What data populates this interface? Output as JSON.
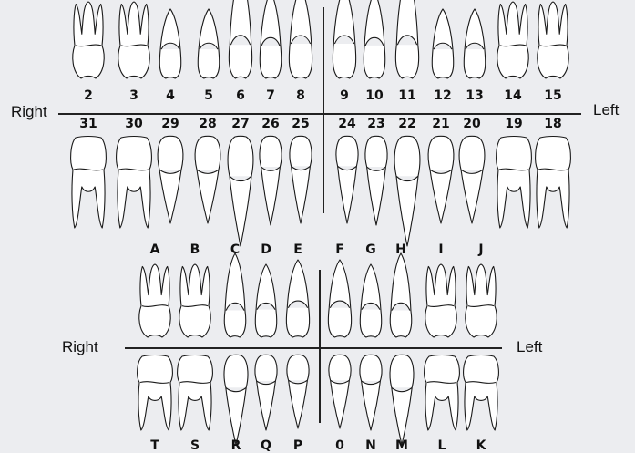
{
  "permanent": {
    "right_label": "Right",
    "left_label": "Left",
    "upper": [
      {
        "num": "2",
        "type": "molar"
      },
      {
        "num": "3",
        "type": "molar"
      },
      {
        "num": "4",
        "type": "premolar"
      },
      {
        "num": "5",
        "type": "premolar"
      },
      {
        "num": "6",
        "type": "canine"
      },
      {
        "num": "7",
        "type": "lateral"
      },
      {
        "num": "8",
        "type": "central"
      },
      {
        "num": "9",
        "type": "central"
      },
      {
        "num": "10",
        "type": "lateral"
      },
      {
        "num": "11",
        "type": "canine"
      },
      {
        "num": "12",
        "type": "premolar"
      },
      {
        "num": "13",
        "type": "premolar"
      },
      {
        "num": "14",
        "type": "molar"
      },
      {
        "num": "15",
        "type": "molar"
      }
    ],
    "lower": [
      {
        "num": "31",
        "type": "molar"
      },
      {
        "num": "30",
        "type": "molar"
      },
      {
        "num": "29",
        "type": "premolar"
      },
      {
        "num": "28",
        "type": "premolar"
      },
      {
        "num": "27",
        "type": "canine"
      },
      {
        "num": "26",
        "type": "lateral"
      },
      {
        "num": "25",
        "type": "central"
      },
      {
        "num": "24",
        "type": "central"
      },
      {
        "num": "23",
        "type": "lateral"
      },
      {
        "num": "22",
        "type": "canine"
      },
      {
        "num": "21",
        "type": "premolar"
      },
      {
        "num": "20",
        "type": "premolar"
      },
      {
        "num": "19",
        "type": "molar"
      },
      {
        "num": "18",
        "type": "molar"
      }
    ]
  },
  "primary": {
    "right_label": "Right",
    "left_label": "Left",
    "upper": [
      {
        "num": "A",
        "type": "molar"
      },
      {
        "num": "B",
        "type": "molar"
      },
      {
        "num": "C",
        "type": "canine"
      },
      {
        "num": "D",
        "type": "lateral"
      },
      {
        "num": "E",
        "type": "central"
      },
      {
        "num": "F",
        "type": "central"
      },
      {
        "num": "G",
        "type": "lateral"
      },
      {
        "num": "H",
        "type": "canine"
      },
      {
        "num": "I",
        "type": "molar"
      },
      {
        "num": "J",
        "type": "molar"
      }
    ],
    "lower": [
      {
        "num": "T",
        "type": "molar"
      },
      {
        "num": "S",
        "type": "molar"
      },
      {
        "num": "R",
        "type": "canine"
      },
      {
        "num": "Q",
        "type": "lateral"
      },
      {
        "num": "P",
        "type": "central"
      },
      {
        "num": "0",
        "type": "central"
      },
      {
        "num": "N",
        "type": "lateral"
      },
      {
        "num": "M",
        "type": "canine"
      },
      {
        "num": "L",
        "type": "molar"
      },
      {
        "num": "K",
        "type": "molar"
      }
    ]
  }
}
